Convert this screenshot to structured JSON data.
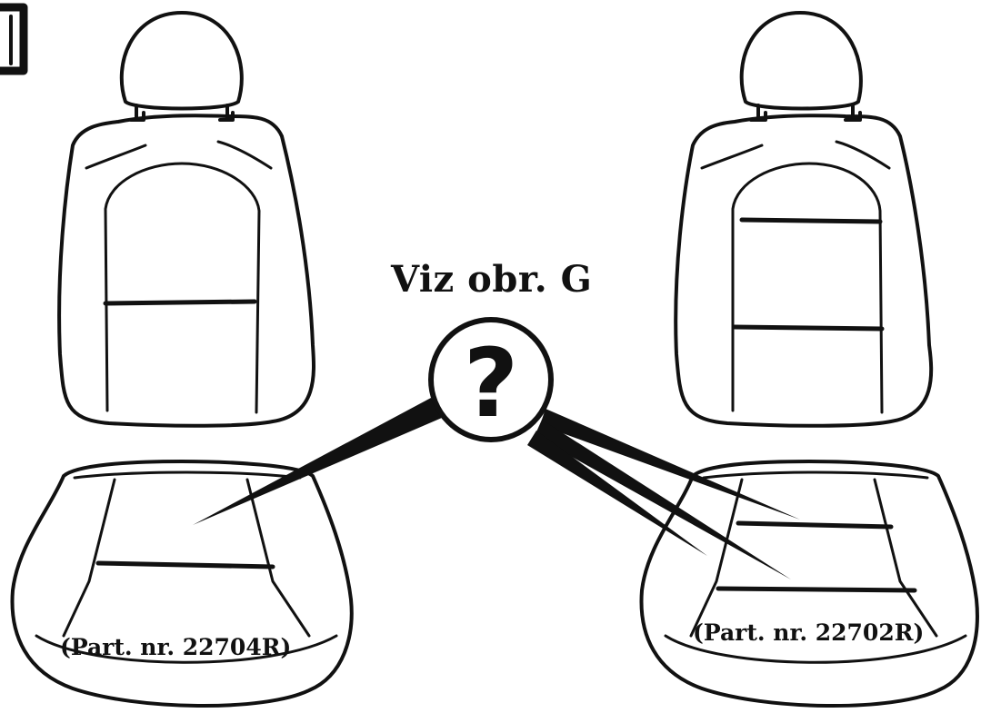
{
  "reference_label": "Viz obr. G",
  "callout_symbol": "?",
  "left_seat": {
    "part_label": "(Part. nr. 22704R)"
  },
  "right_seat": {
    "part_label": "(Part. nr. 22702R)"
  },
  "colors": {
    "line": "#111111",
    "background": "#ffffff"
  }
}
